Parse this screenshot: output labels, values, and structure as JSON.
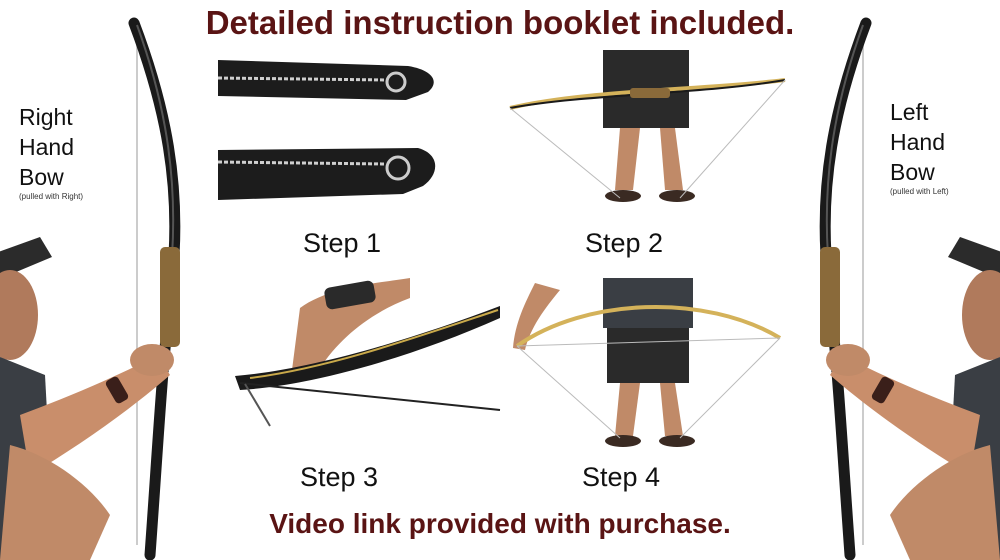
{
  "header": {
    "title": "Detailed instruction booklet included."
  },
  "footer": {
    "text": "Video link provided with purchase."
  },
  "right_hand": {
    "line1": "Right",
    "line2": "Hand",
    "line3": "Bow",
    "note": "(pulled with Right)"
  },
  "left_hand": {
    "line1": "Left",
    "line2": "Hand",
    "line3": "Bow",
    "note": "(pulled with Left)"
  },
  "steps": [
    {
      "label": "Step 1"
    },
    {
      "label": "Step 2"
    },
    {
      "label": "Step 3"
    },
    {
      "label": "Step 4"
    }
  ],
  "colors": {
    "headline": "#5a1414",
    "limb": "#1a1a1a",
    "riser_wood": "#8a6a3a",
    "skin": "#c98e6b",
    "shirt": "#3a3e44",
    "shorts": "#2a2a2a"
  }
}
